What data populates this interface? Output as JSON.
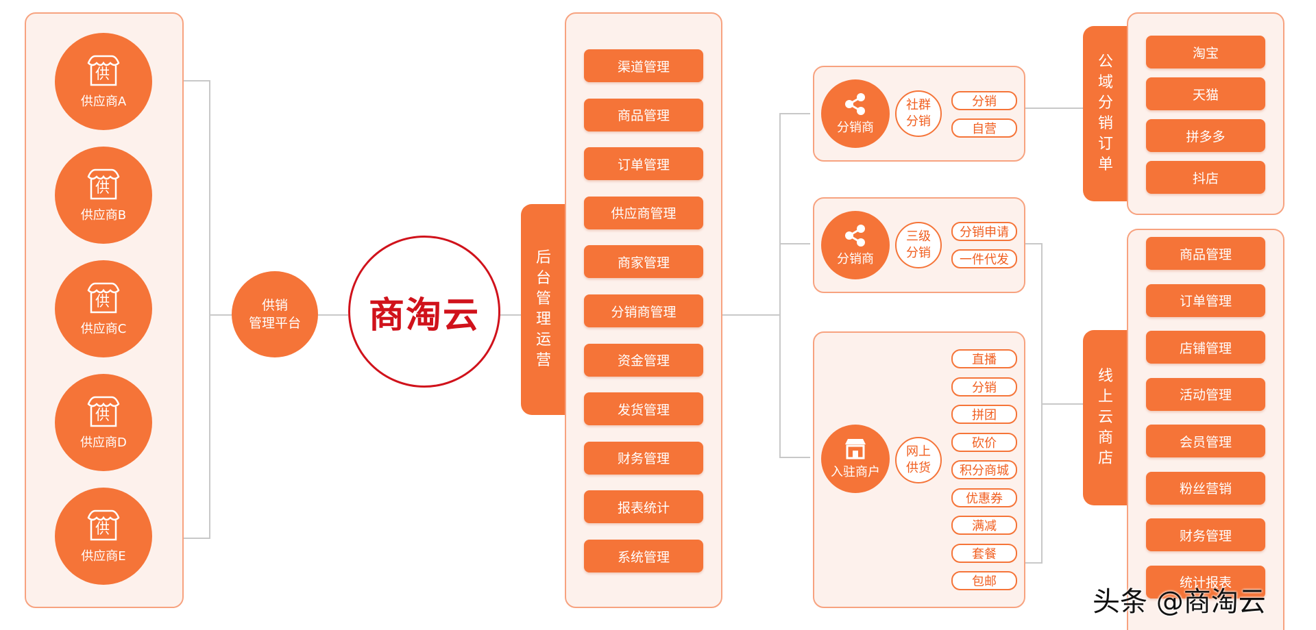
{
  "suppliers": [
    "供应商A",
    "供应商B",
    "供应商C",
    "供应商D",
    "供应商E"
  ],
  "supply_icon_char": "供",
  "platform": {
    "line1": "供销",
    "line2": "管理平台"
  },
  "brand": "商淘云",
  "backend_tab": "后台管理运营",
  "backend_items": [
    "渠道管理",
    "商品管理",
    "订单管理",
    "供应商管理",
    "商家管理",
    "分销商管理",
    "资金管理",
    "发货管理",
    "财务管理",
    "报表统计",
    "系统管理"
  ],
  "group1": {
    "circle_label": "分销商",
    "ring": {
      "line1": "社群",
      "line2": "分销"
    },
    "tags": [
      "分销",
      "自营"
    ]
  },
  "group2": {
    "circle_label": "分销商",
    "ring": {
      "line1": "三级",
      "line2": "分销"
    },
    "tags": [
      "分销申请",
      "一件代发"
    ]
  },
  "group3": {
    "circle_label": "入驻商户",
    "ring": {
      "line1": "网上",
      "line2": "供货"
    },
    "tags": [
      "直播",
      "分销",
      "拼团",
      "砍价",
      "积分商城",
      "优惠券",
      "满减",
      "套餐",
      "包邮"
    ]
  },
  "public_domain": {
    "tab": "公域分销订单",
    "items": [
      "淘宝",
      "天猫",
      "拼多多",
      "抖店"
    ]
  },
  "cloud_store": {
    "tab": "线上云商店",
    "items": [
      "商品管理",
      "订单管理",
      "店铺管理",
      "活动管理",
      "会员管理",
      "粉丝营销",
      "财务管理",
      "统计报表"
    ]
  },
  "watermark": "头条 @商淘云",
  "colors": {
    "accent": "#f57438",
    "panel_bg": "#fdf1ec",
    "brand_red": "#d0121b",
    "line": "#c8c8c8"
  }
}
